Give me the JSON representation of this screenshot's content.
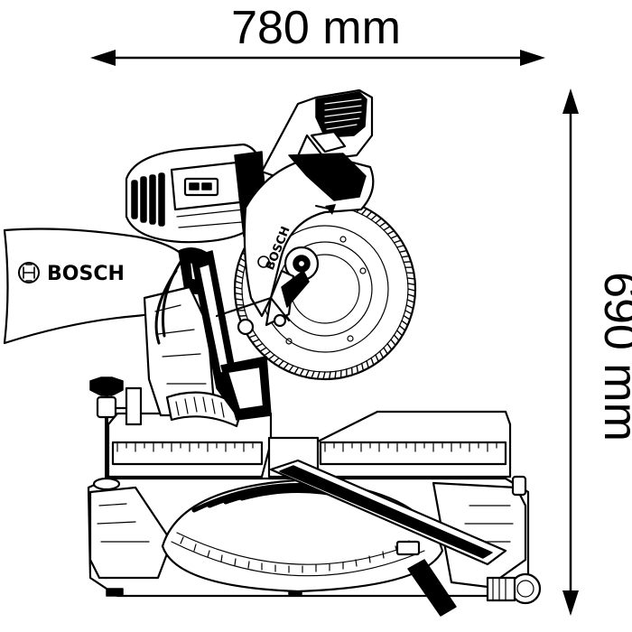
{
  "dimensions": {
    "width_label": "780 mm",
    "height_label": "690 mm"
  },
  "product": {
    "brand_bag": "BOSCH",
    "brand_blade_guard": "BOSCH"
  },
  "colors": {
    "line": "#000000",
    "background": "#ffffff"
  }
}
